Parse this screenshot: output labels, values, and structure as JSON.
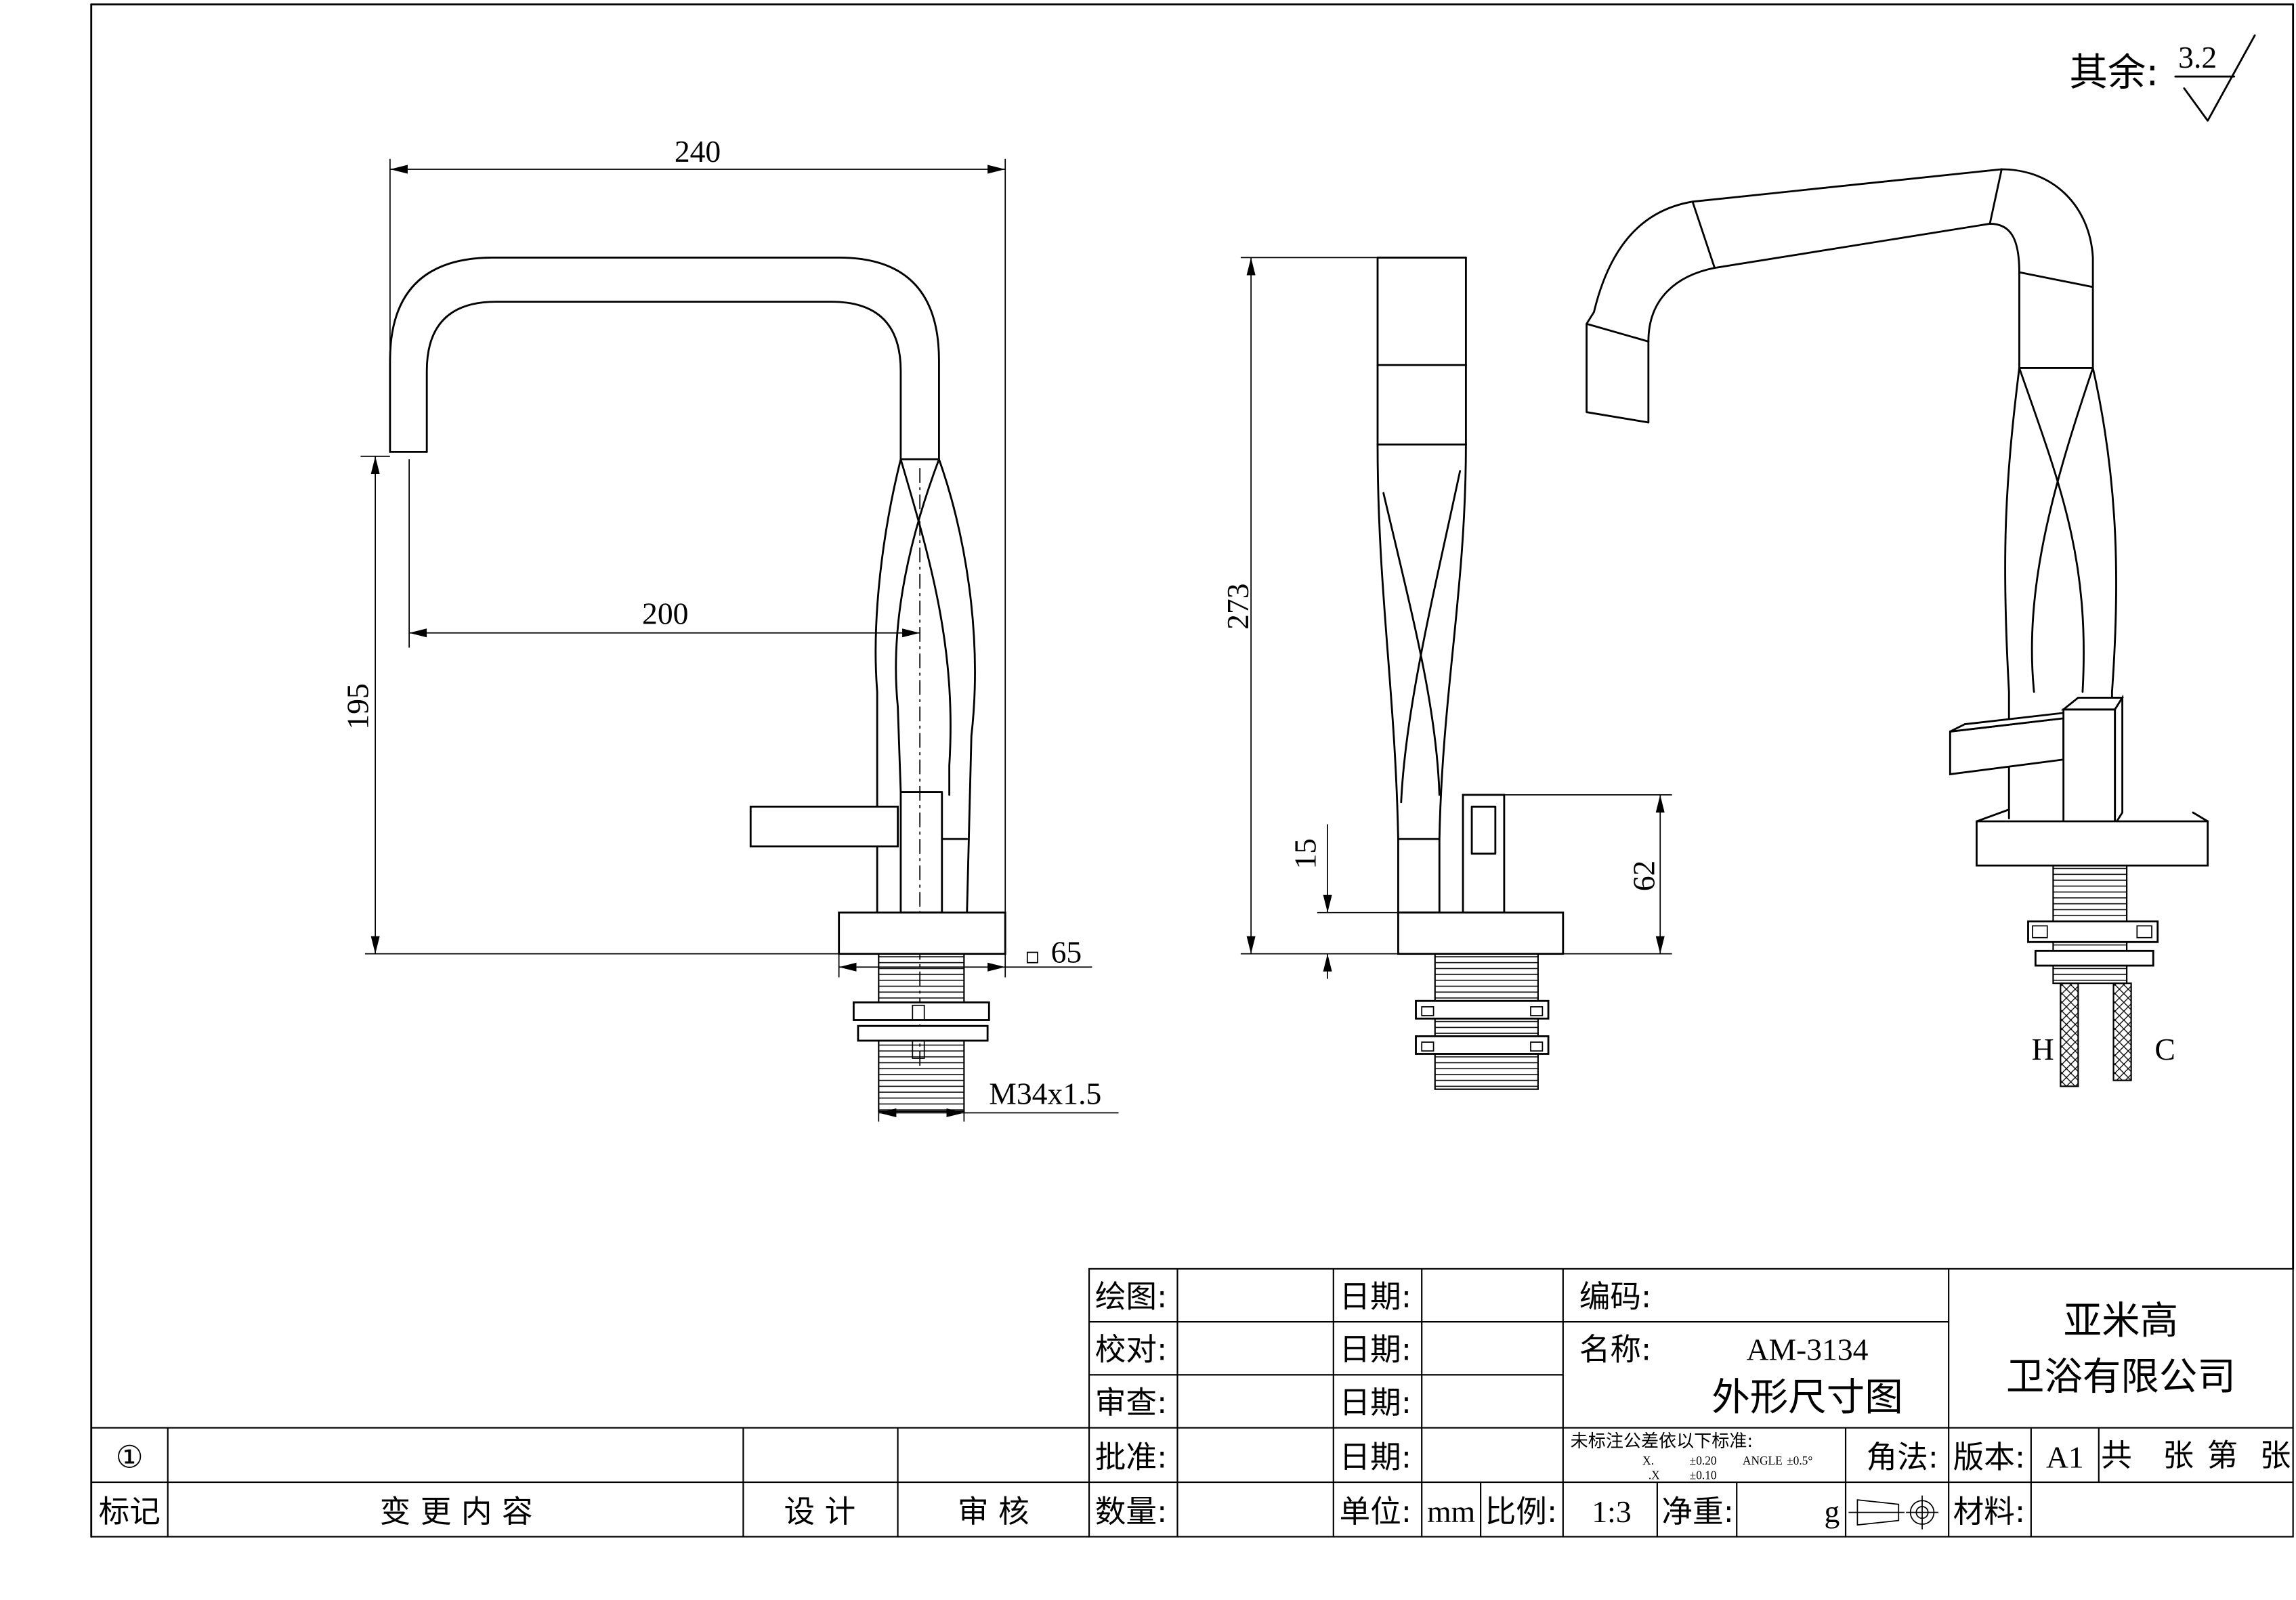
{
  "surface_finish": {
    "label": "其余:",
    "value": "3.2"
  },
  "front_view": {
    "dim_overall_width": "240",
    "dim_spout_reach": "200",
    "dim_spout_height": "195",
    "dim_base_size": "65",
    "dim_thread": "M34x1.5"
  },
  "side_view": {
    "dim_overall_height": "273",
    "dim_base_thickness": "15",
    "dim_handle_height": "62"
  },
  "iso_view": {
    "hot_label": "H",
    "cold_label": "C"
  },
  "title_block": {
    "drawn_label": "绘图:",
    "checked_label": "校对:",
    "reviewed_label": "审查:",
    "approved_label": "批准:",
    "quantity_label": "数量:",
    "date_labels": [
      "日期:",
      "日期:",
      "日期:",
      "日期:"
    ],
    "unit_label": "单位:",
    "unit_value": "mm",
    "scale_label": "比例:",
    "scale_value": "1:3",
    "net_weight_label": "净重:",
    "net_weight_unit": "g",
    "code_label": "编码:",
    "name_label": "名称:",
    "model": "AM-3134",
    "drawing_title": "外形尺寸图",
    "company_line1": "亚米高",
    "company_line2": "卫浴有限公司",
    "tolerance_title": "未标注公差依以下标准:",
    "tolerance_x_label": "X.",
    "tolerance_x_value": "±0.20",
    "angle_label": "ANGLE",
    "angle_value": "±0.5°",
    "tolerance_xx_label": ".X",
    "tolerance_xx_value": "±0.10",
    "projection_label": "角法:",
    "revision_label": "版本:",
    "revision_value": "A1",
    "sheets_total_label": "共",
    "sheets_unit_1": "张",
    "sheet_number_label": "第",
    "sheets_unit_2": "张",
    "material_label": "材料:",
    "revision_mark": "①",
    "col_mark": "标记",
    "col_change": "变 更 内 容",
    "col_design": "设 计",
    "col_review": "审 核"
  }
}
